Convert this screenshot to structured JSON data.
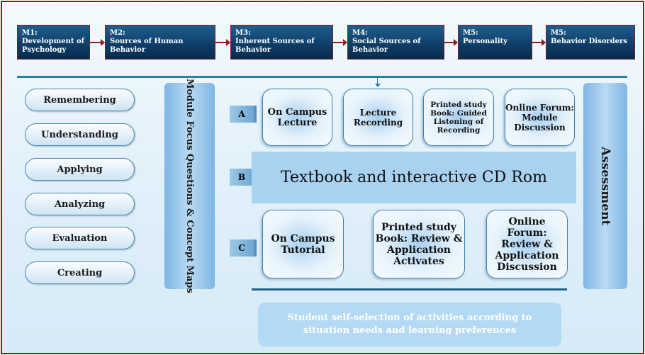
{
  "modules": [
    {
      "code": "M1:",
      "title": "Development of Psychology"
    },
    {
      "code": "M2:",
      "title": "Sources of Human Behavior"
    },
    {
      "code": "M3:",
      "title": "Inherent Sources of Behavior"
    },
    {
      "code": "M4:",
      "title": "Social Sources of Behavior"
    },
    {
      "code": "M5:",
      "title": "Personality"
    },
    {
      "code": "M5:",
      "title": "Behavior Disorders"
    }
  ],
  "blooms": [
    "Remembering",
    "Understanding",
    "Applying",
    "Analyzing",
    "Evaluation",
    "Creating"
  ],
  "focus_bar": "Module Focus Questions & Concept Maps",
  "assessment": "Assessment",
  "rows": {
    "a": {
      "label": "A",
      "items": [
        "On Campus Lecture",
        "Lecture Recording",
        "Printed study Book: Guided Listening of Recording",
        "Online Forum: Module Discussion"
      ]
    },
    "b": {
      "label": "B",
      "text": "Textbook and interactive CD Rom"
    },
    "c": {
      "label": "C",
      "items": [
        "On Campus Tutorial",
        "Printed study Book: Review & Application Activates",
        "Online Forum: Review & Application Discussion"
      ]
    }
  },
  "footer": "Student self-selection of activities according to situation needs and learning preferences"
}
